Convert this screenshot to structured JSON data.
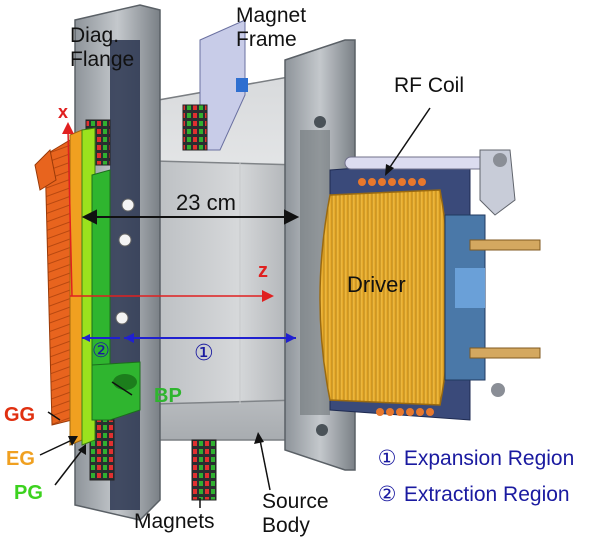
{
  "labels": {
    "diag_flange": "Diag.\nFlange",
    "magnet_frame": "Magnet\nFrame",
    "rf_coil": "RF Coil",
    "dimension": "23 cm",
    "axis_x": "x",
    "axis_z": "z",
    "driver": "Driver",
    "region_1": "①",
    "region_2": "②",
    "bp": "BP",
    "gg": "GG",
    "eg": "EG",
    "pg": "PG",
    "magnets": "Magnets",
    "source_body": "Source\nBody"
  },
  "legend": [
    {
      "symbol": "①",
      "text": "Expansion Region"
    },
    {
      "symbol": "②",
      "text": "Extraction Region"
    }
  ],
  "colors": {
    "gg": "#e8641e",
    "eg": "#f0a020",
    "pg": "#3cd21e",
    "bp": "#2fb52f",
    "legend": "#1a1aa0",
    "axis": "#e02020",
    "dimension_line": "#2020d0",
    "driver_gold": "#e8b030",
    "body_gray": "#b8bcc0",
    "flange_dark": "#2a3550"
  }
}
